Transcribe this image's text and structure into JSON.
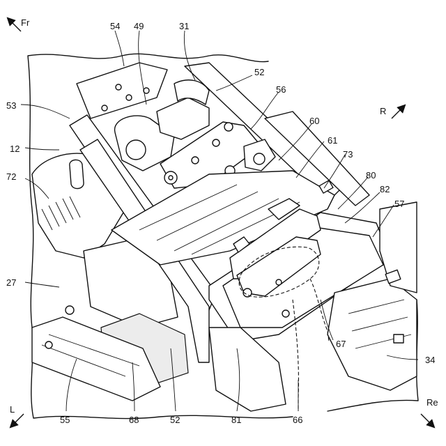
{
  "directions": {
    "front": "Fr",
    "right": "R",
    "left": "L",
    "rear": "Re"
  },
  "labels": {
    "n54": "54",
    "n49": "49",
    "n31": "31",
    "n52_top": "52",
    "n56": "56",
    "n53": "53",
    "n12": "12",
    "n72": "72",
    "n60": "60",
    "n61": "61",
    "n73": "73",
    "n80": "80",
    "n82": "82",
    "n57": "57",
    "n27": "27",
    "n67": "67",
    "n34": "34",
    "n55": "55",
    "n68": "68",
    "n52_bottom": "52",
    "n81": "81",
    "n66": "66"
  }
}
